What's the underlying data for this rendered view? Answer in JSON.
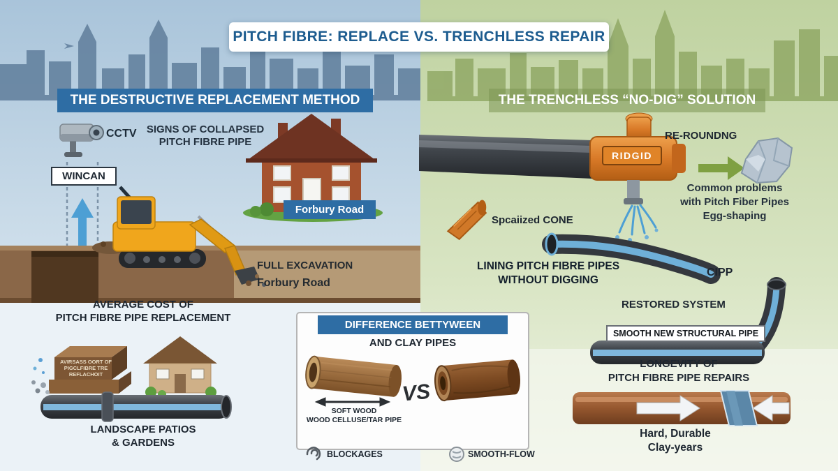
{
  "title": "PITCH FIBRE: REPLACE VS. TRENCHLESS REPAIR",
  "left": {
    "header": "THE DESTRUCTIVE REPLACEMENT METHOD",
    "cctv": "CCTV",
    "signs_line1": "SIGNS OF COLLAPSED",
    "signs_line2": "PITCH FIBRE PIPE",
    "wincan": "WINCAN",
    "house_label": "Forbury Road",
    "excavation": "FULL EXCAVATION",
    "excavation_road": "Forbury Road",
    "cost_line1": "AVERAGE COST OF",
    "cost_line2": "PITCH FIBRE PIPE REPLACEMENT",
    "brick_line1": "AVIRSASS OORT OF",
    "brick_line2": "PIGCLFIBRE TRE",
    "brick_line3": "REFLACHOIT",
    "landscape_line1": "LANDSCAPE PATIOS",
    "landscape_line2": "& GARDENS"
  },
  "right": {
    "header": "THE TRENCHLESS “NO-DIG” SOLUTION",
    "rerounding": "RE-ROUNDNG",
    "ridgid": "RIDGID",
    "problems_line1": "Common problems",
    "problems_line2": "with Pitch Fiber Pipes",
    "problems_line3": "Egg-shaping",
    "cone": "Spcaiized CONE",
    "lining_line1": "LINING PITCH FIBRE PIPES",
    "lining_line2": "WITHOUT DIGGING",
    "cipp": "CIPP",
    "restored": "RESTORED SYSTEM",
    "smooth_pipe": "SMOOTH NEW STRUCTURAL PIPE",
    "longevity_line1": "LONGEVITY OF",
    "longevity_line2": "PITCH FIBRE PIPE REPAIRS",
    "durable_line1": "Hard, Durable",
    "durable_line2": "Clay-years"
  },
  "comparison": {
    "header": "DIFFERENCE BETTYWEEN",
    "subheader": "AND CLAY PIPES",
    "vs": "VS",
    "pipe_label_line1": "SOFT WOOD",
    "pipe_label_line2": "WOOD CELLUSE/TAR PIPE",
    "blockages": "BLOCKAGES",
    "smoothflow": "SMOOTH-FLOW"
  },
  "colors": {
    "blue_banner": "#2e6da4",
    "title_text": "#1d5c8f",
    "ground_brown": "#8a6748",
    "pipe_dark": "#34383e",
    "lining_blue": "#6fb0d8",
    "machine_orange": "#d97a28",
    "arrow_green": "#7fa042"
  }
}
